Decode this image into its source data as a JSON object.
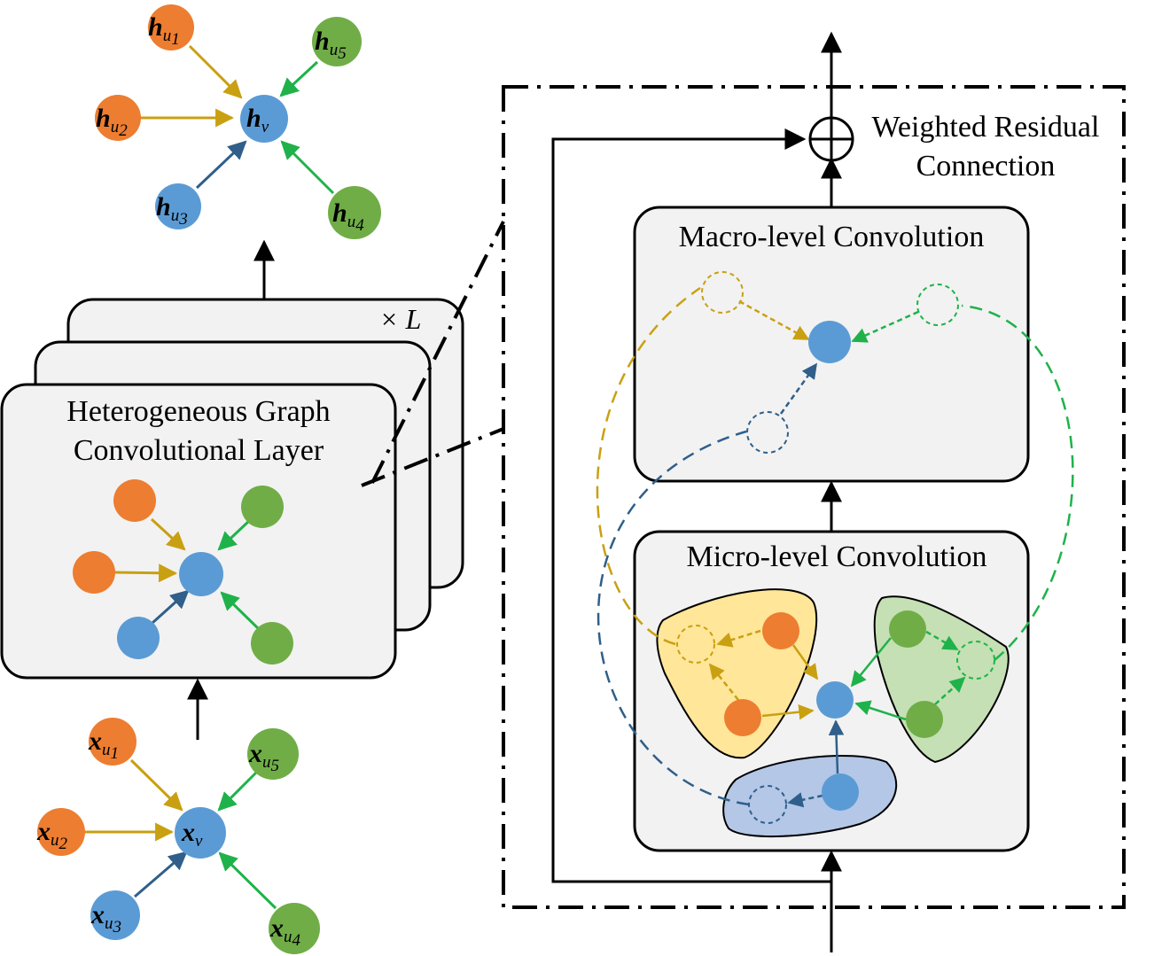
{
  "colors": {
    "orange": "#ED7D31",
    "blue": "#5B9BD5",
    "green": "#70AD47",
    "orange_edge": "#C9A012",
    "blue_edge": "#2F5F8A",
    "green_edge": "#1FB24A",
    "box_fill": "#F2F2F2",
    "yellow_region": "#FFE699",
    "green_region": "#C5E0B4",
    "blue_region": "#B4C7E7"
  },
  "top_graph": {
    "center": {
      "base": "h",
      "sub": "v"
    },
    "neighbors": [
      {
        "base": "h",
        "sub": "u",
        "index": "1",
        "type": "orange"
      },
      {
        "base": "h",
        "sub": "u",
        "index": "2",
        "type": "orange"
      },
      {
        "base": "h",
        "sub": "u",
        "index": "3",
        "type": "blue"
      },
      {
        "base": "h",
        "sub": "u",
        "index": "4",
        "type": "green"
      },
      {
        "base": "h",
        "sub": "u",
        "index": "5",
        "type": "green"
      }
    ]
  },
  "bottom_graph": {
    "center": {
      "base": "x",
      "sub": "v"
    },
    "neighbors": [
      {
        "base": "x",
        "sub": "u",
        "index": "1",
        "type": "orange"
      },
      {
        "base": "x",
        "sub": "u",
        "index": "2",
        "type": "orange"
      },
      {
        "base": "x",
        "sub": "u",
        "index": "3",
        "type": "blue"
      },
      {
        "base": "x",
        "sub": "u",
        "index": "4",
        "type": "green"
      },
      {
        "base": "x",
        "sub": "u",
        "index": "5",
        "type": "green"
      }
    ]
  },
  "layer_stack": {
    "title_line1": "Heterogeneous Graph",
    "title_line2": "Convolutional Layer",
    "repeat_label": "× L"
  },
  "detail": {
    "residual_line1": "Weighted Residual",
    "residual_line2": "Connection",
    "residual_symbol": "⊕",
    "macro_title": "Macro-level Convolution",
    "micro_title": "Micro-level Convolution"
  }
}
